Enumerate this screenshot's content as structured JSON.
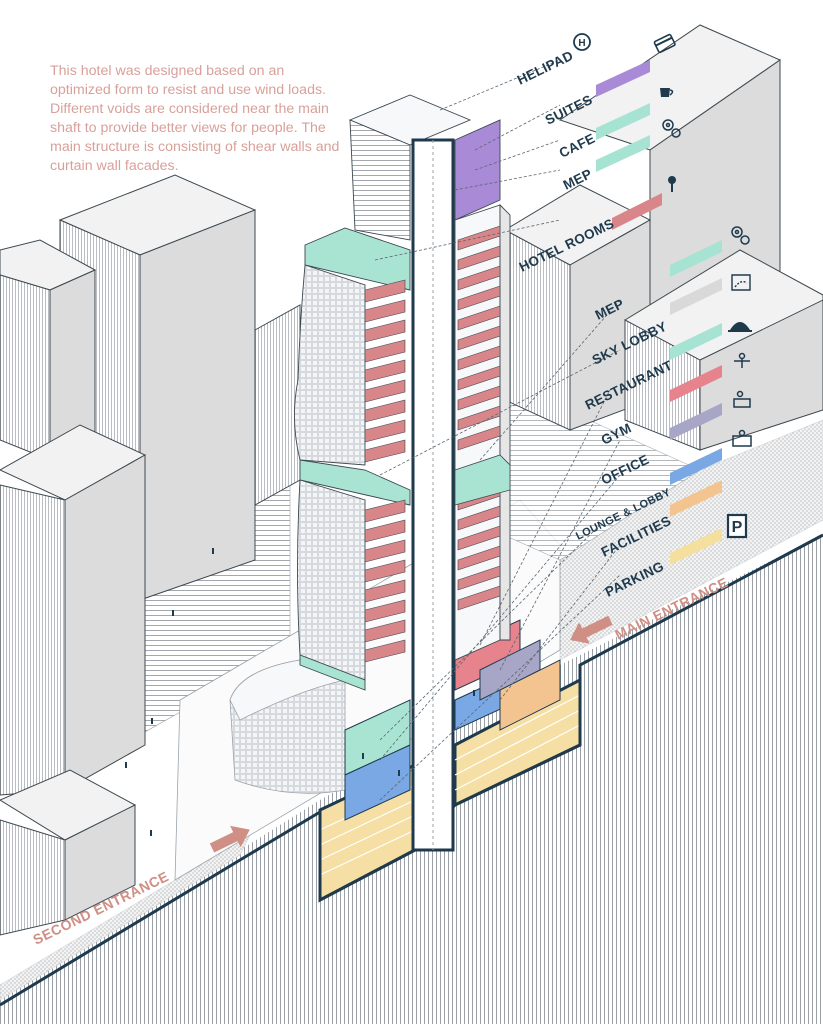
{
  "description": "This hotel was designed based on an optimized form to resist and use wind loads. Different voids are considered near the main shaft to provide better views for people. The main structure is consisting of shear walls and curtain wall facades.",
  "labels": {
    "helipad": "HELIPAD",
    "suites": "SUITES",
    "cafe": "CAFE",
    "mep_top": "MEP",
    "hotel_rooms": "HOTEL ROOMS",
    "mep_mid": "MEP",
    "sky_lobby": "SKY LOBBY",
    "restaurant": "RESTAURANT",
    "gym": "GYM",
    "office": "OFFICE",
    "lounge_lobby": "LOUNGE & LOBBY",
    "facilities": "FACILITIES",
    "parking": "PARKING"
  },
  "icons": {
    "helipad": "helipad-icon",
    "suites": "credit-card-icon",
    "cafe": "coffee-cup-icon",
    "mep_top": "gears-icon",
    "hotel_rooms": "room-key-icon",
    "mep_mid": "gears-icon",
    "sky_lobby": "map-route-icon",
    "restaurant": "food-cloche-icon",
    "gym": "weightlifter-icon",
    "office": "meeting-icon",
    "lounge_lobby": "lounge-icon",
    "facilities": "",
    "parking": "parking-icon"
  },
  "helipad_glyph": "H",
  "parking_glyph": "P",
  "main_entrance": "MAIN ENTRANCE",
  "second_entrance": "SECOND ENTRANCE",
  "colors": {
    "suites": "#a98ad6",
    "cafe": "#a7e3d2",
    "mep": "#a7e3d2",
    "hotel_rooms": "#d9868a",
    "sky_lobby": "#a7e3d2",
    "restaurant": "#e6838c",
    "gym": "#a8a6c7",
    "office": "#79a8e4",
    "lounge_lobby": "#f3c48f",
    "facilities": "#f3d28f",
    "parking": "#f5df9e",
    "accent_text": "#d9a09a",
    "outline": "#1f3a4d"
  }
}
